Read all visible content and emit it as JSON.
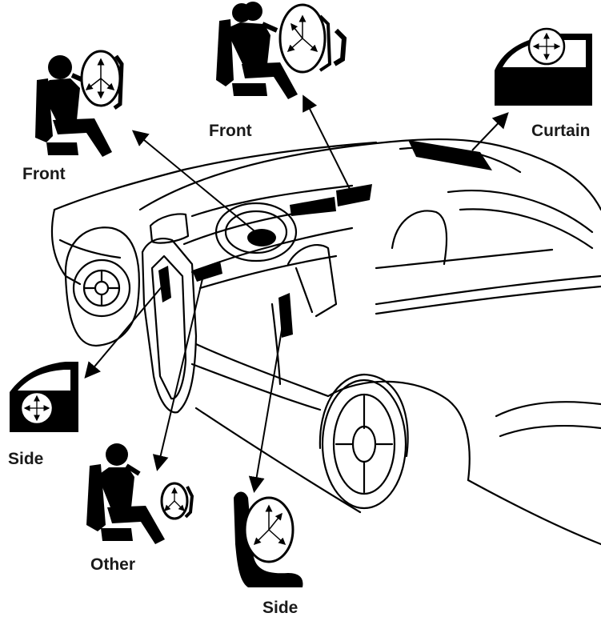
{
  "labels": {
    "front_left": "Front",
    "front_top": "Front",
    "curtain": "Curtain",
    "side_left": "Side",
    "other": "Other",
    "side_bottom": "Side"
  },
  "colors": {
    "ink": "#000000",
    "background": "#ffffff"
  }
}
